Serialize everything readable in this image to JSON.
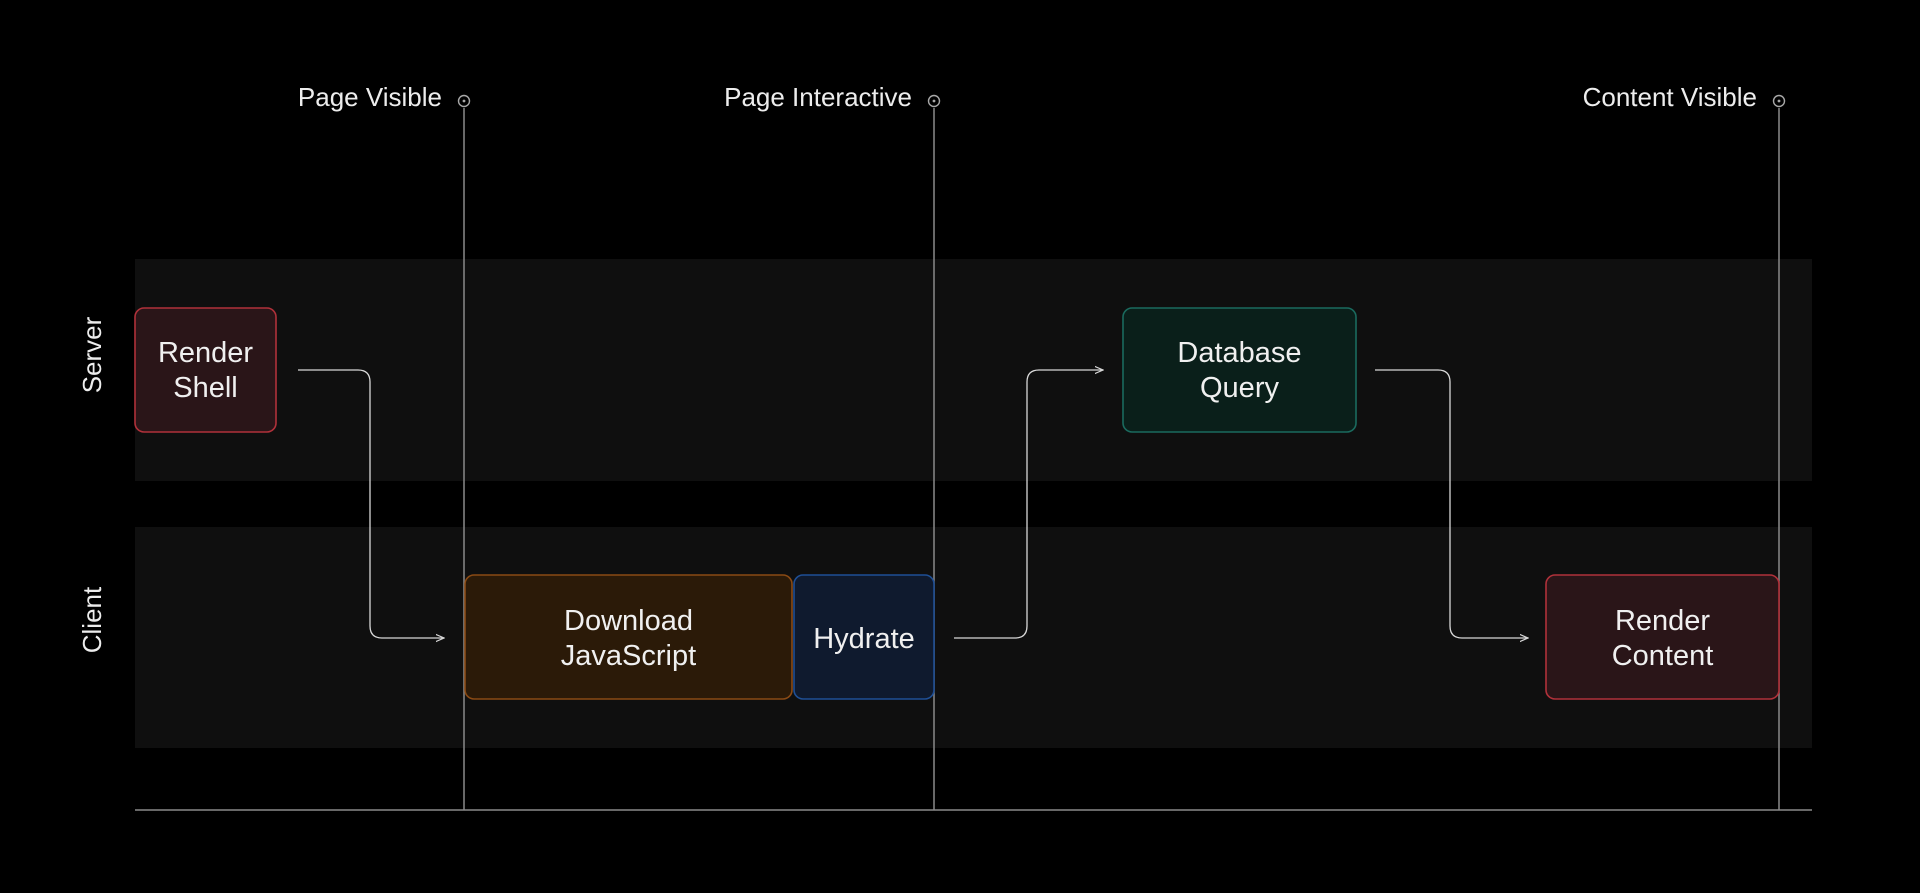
{
  "lanes": {
    "server": "Server",
    "client": "Client"
  },
  "milestones": {
    "page_visible": "Page Visible",
    "page_interactive": "Page Interactive",
    "content_visible": "Content Visible"
  },
  "steps": {
    "render_shell": {
      "line1": "Render",
      "line2": "Shell"
    },
    "download_js": {
      "line1": "Download",
      "line2": "JavaScript"
    },
    "hydrate": {
      "line1": "Hydrate"
    },
    "database_query": {
      "line1": "Database",
      "line2": "Query"
    },
    "render_content": {
      "line1": "Render",
      "line2": "Content"
    }
  },
  "colors": {
    "background": "#000000",
    "lane_fill": "#0f0f0f",
    "line": "#8a8a8a",
    "connector": "#d8d8d8",
    "red_fill": "#2a1518",
    "red_stroke": "#b0313a",
    "amber_fill": "#2b1a08",
    "amber_stroke": "#8a4a14",
    "blue_fill": "#0f1a2e",
    "blue_stroke": "#1f4f95",
    "teal_fill": "#0a1f1a",
    "teal_stroke": "#1a6a5e"
  }
}
